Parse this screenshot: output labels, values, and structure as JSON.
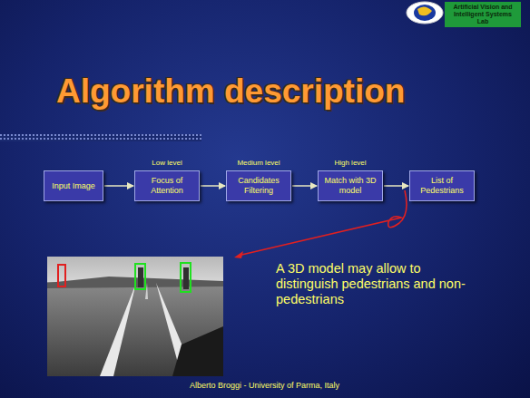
{
  "diagram": {
    "title": "Algorithm description",
    "nodes": [
      {
        "text": [
          "Input Image"
        ]
      },
      {
        "text": [
          "Low level",
          "Focus of Attention"
        ]
      },
      {
        "text": [
          "Medium level",
          "Candidates Filtering"
        ]
      },
      {
        "text": [
          "High level",
          "Match with 3D model"
        ]
      },
      {
        "text": [
          "List of Pedestrians"
        ]
      }
    ],
    "edges": [
      {
        "from": 0,
        "to": 1,
        "arrow": "to"
      },
      {
        "from": 1,
        "to": 2,
        "arrow": "to"
      },
      {
        "from": 2,
        "to": 3,
        "arrow": "to"
      },
      {
        "from": 3,
        "to": 4,
        "arrow": "to"
      }
    ],
    "labels": [
      "Artificial Vision and Intelligent Systems Lab",
      "A 3D model may allow to distinguish pedestrians and non-pedestrians",
      "Alberto Broggi - University of Parma, Italy"
    ]
  }
}
